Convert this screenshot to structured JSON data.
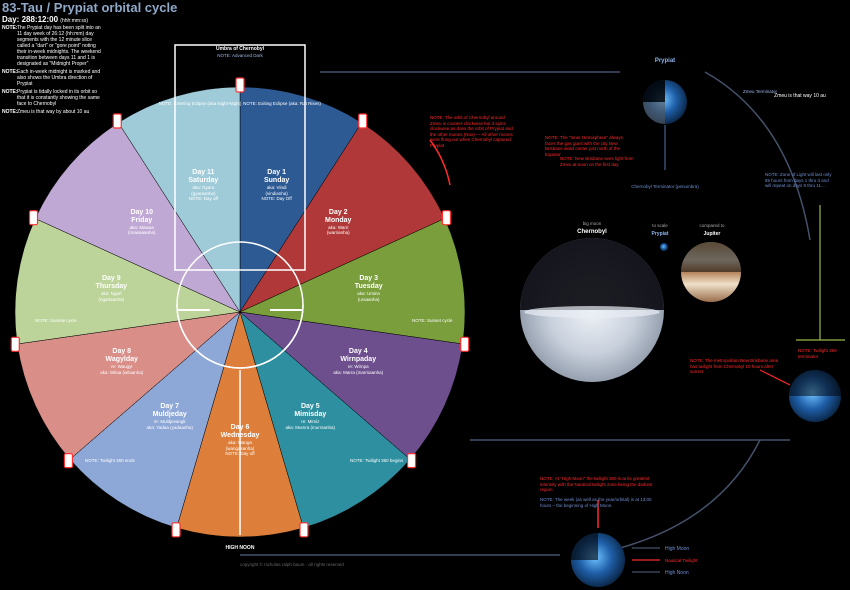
{
  "header": {
    "title": "83-Tau / Prypiat orbital cycle",
    "day_label": "Day:",
    "day_value": "288:12:00",
    "day_unit": "(hhh:mm:ss)"
  },
  "notes": [
    {
      "label": "NOTE:",
      "text": "The Prypiat day has been split into an 11 day week of 26:12 (hh:mm) day segments with the 12 minute slice called a \"dart\" or \"gore point\" noting their in-week midnights. The weekend transition between days 11 and 1 is designated as \"Midnight Proper\""
    },
    {
      "label": "NOTE:",
      "text": "Each in-week midnight is marked and also shows the Umbra direction of Prypiat"
    },
    {
      "label": "NOTE:",
      "text": "Prypiat is tidally locked in its orbit so that it is constantly showing the same face to Chernobyl"
    },
    {
      "label": "NOTE:",
      "text": "Zmeu is that way by about 10 au"
    }
  ],
  "umbra": {
    "title": "Umbra of Chernobyl",
    "note": "NOTE: Advanced Dark"
  },
  "days": [
    {
      "num": "Day 1",
      "name": "Sunday",
      "aka": "aka: Vindi",
      "alt": "(vindianha)",
      "note": "NOTE: Day Off",
      "color": "#2e5a94"
    },
    {
      "num": "Day 2",
      "name": "Monday",
      "aka": "aka: Warri",
      "alt": "(warrianha)",
      "note": "",
      "color": "#b03838"
    },
    {
      "num": "Day 3",
      "name": "Tuesday",
      "aka": "aka: Ursinn",
      "alt": "(ursaanha)",
      "note": "",
      "color": "#7a9e3c"
    },
    {
      "num": "Day 4",
      "name": "Wirnpaday",
      "aka": "re: Wirnpa",
      "alt": "aka: Marra (marrsaanha)",
      "note": "",
      "color": "#6d4f8e"
    },
    {
      "num": "Day 5",
      "name": "Mimisday",
      "aka": "re: Mimiz",
      "alt": "aka: Mumra (murrsanha)",
      "note": "",
      "color": "#2d8fa0"
    },
    {
      "num": "Day 6",
      "name": "Wednesday",
      "aka": "aka: Wanga",
      "alt": "(wangasanha)",
      "note": "NOTE: Day off",
      "color": "#dd7f3a"
    },
    {
      "num": "Day 7",
      "name": "Muldjeday",
      "aka": "re: Muldjevangk",
      "alt": "aka: Yadaa (yadaanha)",
      "note": "",
      "color": "#8da7d6"
    },
    {
      "num": "Day 8",
      "name": "Wagylday",
      "aka": "re: Waugyl",
      "alt": "aka: Wilaa (wilaanha)",
      "note": "",
      "color": "#d98e88"
    },
    {
      "num": "Day 9",
      "name": "Thursday",
      "aka": "aka: Ngarl",
      "alt": "(ngarlaanha)",
      "note": "",
      "color": "#bcd49a"
    },
    {
      "num": "Day 10",
      "name": "Friday",
      "aka": "aka: Mawaa",
      "alt": "(mawaaanha)",
      "note": "",
      "color": "#c0a8d4"
    },
    {
      "num": "Day 11",
      "name": "Saturday",
      "aka": "aka: Gyara",
      "alt": "(gyaraanha)",
      "note": "NOTE: Day off",
      "color": "#9fcad8"
    }
  ],
  "ring_notes": {
    "entering_eclipse": "NOTE: Entering Eclipse (aka Night-Night)",
    "exiting_eclipse": "NOTE: Exiting Eclipse (aka: Rat Rises)",
    "sunrise": "NOTE: Sunrise cycle",
    "sunset": "NOTE: Sunset cycle",
    "twilight_ends": "NOTE: Twilight 360 ends",
    "twilight_begins": "NOTE: Twilight 360 begins",
    "high_noon": "HIGH NOON"
  },
  "orbit_note": "NOTE: The orbit of Chernobyl around Zmeu is counter-clockwise but it spins clockwise as does the orbit of Prypiat and the other moons (Nox) — All other moons were flung out when Chernobyl captured Prypiat",
  "prypiat": {
    "label": "Prypiat",
    "terminator": "Zmeu Terminator",
    "zmeu_way": "Zmeu is that way 10 au"
  },
  "hemisphere_note": "NOTE: The \"Inner Hemisphere\" always faces the gas giant with the city New Brisbane dead center just north of the Equator",
  "new_brisbane_note": "NOTE: New Brisbane sees light from Zmeu at noon on the first day",
  "penumbra": "Chernobyl Terminator (penumbra)",
  "zone_light_note": "NOTE: Zone of Light will last only 65 hours from days 1 thru 3 and will repeat on days 9 thru 11...",
  "scale": {
    "big": "big moon",
    "chernobyl": "Chernobyl",
    "to_scale": "to scale",
    "prypiat": "Prypiat",
    "compared": "compared to",
    "jupiter": "Jupiter"
  },
  "twilight_note": "NOTE: Twilight 360 terminator",
  "metro_note": "NOTE: The metropolitan New Brisbane area has twilight from Chernobyl 10 hours after sunset",
  "high_moon_note": "NOTE: At \"High Moon\" the twilight 360 is at its greatest intensity with the Nautical twilight zone being the darkest region",
  "week_note": "NOTE: The week (as well as the year/orbital) is at 13:00 hours – the beginning of High Moon.",
  "legend": {
    "high_moon": "High Moon",
    "nautical": "Nautical Twilight",
    "high_noon": "High Noon"
  },
  "copyright": "copyright © nicholas ralph baum - all rights reserved"
}
